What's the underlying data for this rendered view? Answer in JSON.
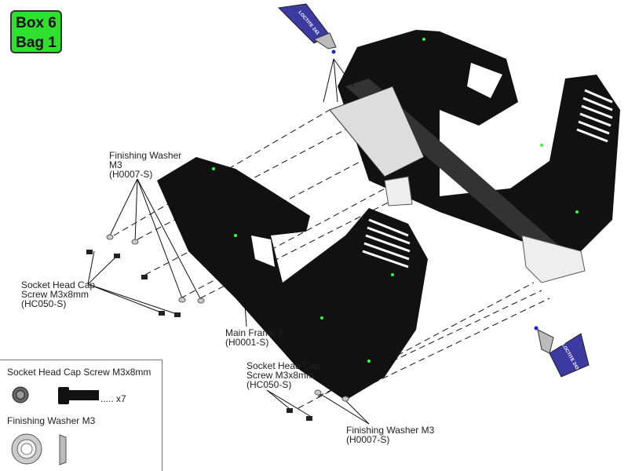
{
  "badge": {
    "line1": "Box 6",
    "line2": "Bag 1",
    "color": "#2fe02f"
  },
  "callouts": {
    "washer_top": {
      "line1": "Finishing Washer",
      "line2": "M3",
      "line3": "(H0007-S)"
    },
    "screw_left": {
      "line1": "Socket Head Cap",
      "line2": "Screw M3x8mm",
      "line3": "(HC050-S)"
    },
    "main_frame": {
      "line1": "Main Frame 2",
      "line2": "(H0001-S)"
    },
    "screw_bottom": {
      "line1": "Socket Head Cap",
      "line2": "Screw M3x8mm",
      "line3": "(HC050-S)"
    },
    "washer_bottom": {
      "line1": "Finishing Washer M3",
      "line2": "(H0007-S)"
    }
  },
  "legend": {
    "screw_title": "Socket Head Cap Screw M3x8mm",
    "screw_qty": "..... x7",
    "washer_title": "Finishing Washer M3"
  },
  "bottle_label": "LOCTITE 243"
}
